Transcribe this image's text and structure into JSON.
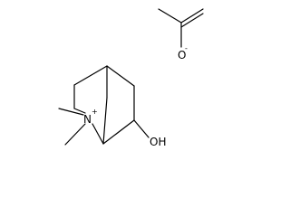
{
  "molecule": {
    "labels": {
      "nitrogen": "N",
      "nitrogen_charge": "+",
      "hydroxyl": "OH",
      "carboxylate_oxygen": "O",
      "carboxylate_charge": "-"
    }
  }
}
